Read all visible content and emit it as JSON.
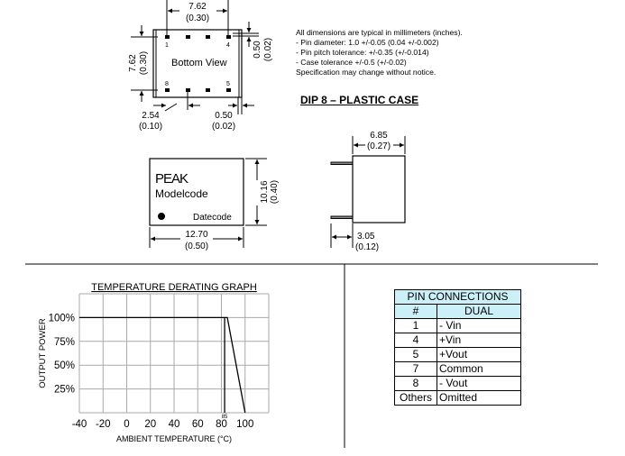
{
  "bottom_view": {
    "label": "Bottom View",
    "pin_labels": [
      "1",
      "4",
      "8",
      "5"
    ],
    "width_mm": "7.62",
    "width_in": "(0.30)",
    "height_mm": "7.62",
    "height_in": "(0.30)",
    "pin_size_mm": "0.50",
    "pin_size_in": "(0.02)",
    "pitch_mm": "2.54",
    "pitch_in": "(0.10)",
    "edge_mm": "0.50",
    "edge_in": "(0.02)"
  },
  "notes": [
    "All dimensions are typical in millimeters (inches).",
    "- Pin diameter: 1.0 +/-0.05 (0.04 +/-0.002)",
    "- Pin pitch tolerance: +/-0.35 (+/-0.014)",
    "- Case tolerance +/-0.5 (+/-0.02)",
    "Specification may change without notice."
  ],
  "package_title": "DIP 8 – PLASTIC CASE",
  "top_view": {
    "logo": "PEAK",
    "model": "Modelcode",
    "date": "Datecode",
    "height_mm": "10.16",
    "height_in": "(0.40)",
    "width_mm": "12.70",
    "width_in": "(0.50)"
  },
  "side_view": {
    "depth_mm": "6.85",
    "depth_in": "(0.27)",
    "pin_mm": "3.05",
    "pin_in": "(0.12)"
  },
  "pin_table": {
    "title": "PIN CONNECTIONS",
    "headers": [
      "#",
      "DUAL"
    ],
    "rows": [
      [
        "1",
        "- Vin"
      ],
      [
        "4",
        "+Vin"
      ],
      [
        "5",
        "+Vout"
      ],
      [
        "7",
        "Common"
      ],
      [
        "8",
        "- Vout"
      ],
      [
        "Others",
        "Omitted"
      ]
    ]
  },
  "chart_data": {
    "type": "line",
    "title": "TEMPERATURE DERATING GRAPH",
    "xlabel": "AMBIENT TEMPERATURE (°C)",
    "ylabel": "OUTPUT POWER",
    "xlim": [
      -40,
      120
    ],
    "ylim": [
      0,
      125
    ],
    "x_ticks": [
      -40,
      -20,
      0,
      20,
      40,
      60,
      80,
      100
    ],
    "y_ticks": [
      25,
      50,
      75,
      100
    ],
    "y_tick_labels": [
      "25%",
      "50%",
      "75%",
      "100%"
    ],
    "grid": true,
    "series": [
      {
        "name": "derating",
        "x": [
          -40,
          85,
          100
        ],
        "y": [
          100,
          100,
          0
        ]
      }
    ],
    "annotation": {
      "x": 85,
      "label": "85"
    }
  }
}
